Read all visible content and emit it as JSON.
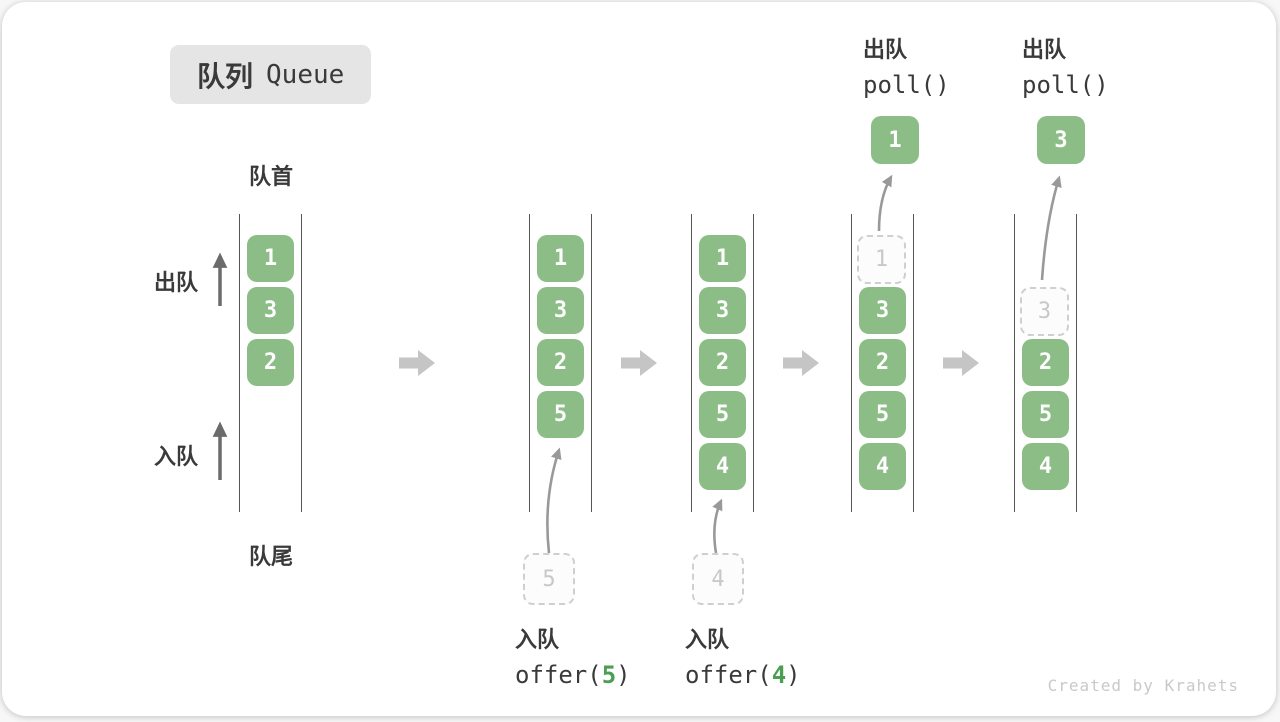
{
  "title": {
    "zh": "队列",
    "en": "Queue"
  },
  "labels": {
    "front": "队首",
    "rear": "队尾",
    "dequeue": "出队",
    "enqueue": "入队"
  },
  "queues": [
    {
      "items": [
        "1",
        "3",
        "2"
      ]
    },
    {
      "items": [
        "1",
        "3",
        "2",
        "5"
      ]
    },
    {
      "items": [
        "1",
        "3",
        "2",
        "5",
        "4"
      ]
    },
    {
      "ghost": "1",
      "items": [
        "3",
        "2",
        "5",
        "4"
      ]
    },
    {
      "ghost": "3",
      "items": [
        "2",
        "5",
        "4"
      ]
    }
  ],
  "operations": {
    "enqueue5": {
      "label": "入队",
      "fn_pre": "offer(",
      "arg": "5",
      "fn_post": ")",
      "pending": "5"
    },
    "enqueue4": {
      "label": "入队",
      "fn_pre": "offer(",
      "arg": "4",
      "fn_post": ")",
      "pending": "4"
    },
    "poll_first": {
      "label": "出队",
      "fn": "poll()",
      "popped": "1"
    },
    "poll_second": {
      "label": "出队",
      "fn": "poll()",
      "popped": "3"
    }
  },
  "watermark": "Created by Krahets",
  "colors": {
    "box_green": "#8dbd87",
    "accent_green": "#4c9e50",
    "step_arrow_gray": "#c5c5c5",
    "curve_arrow_gray": "#999999",
    "label_arrow_gray": "#6b6b6b",
    "ink": "#3a3a3a",
    "badge_bg": "#e5e5e5"
  }
}
